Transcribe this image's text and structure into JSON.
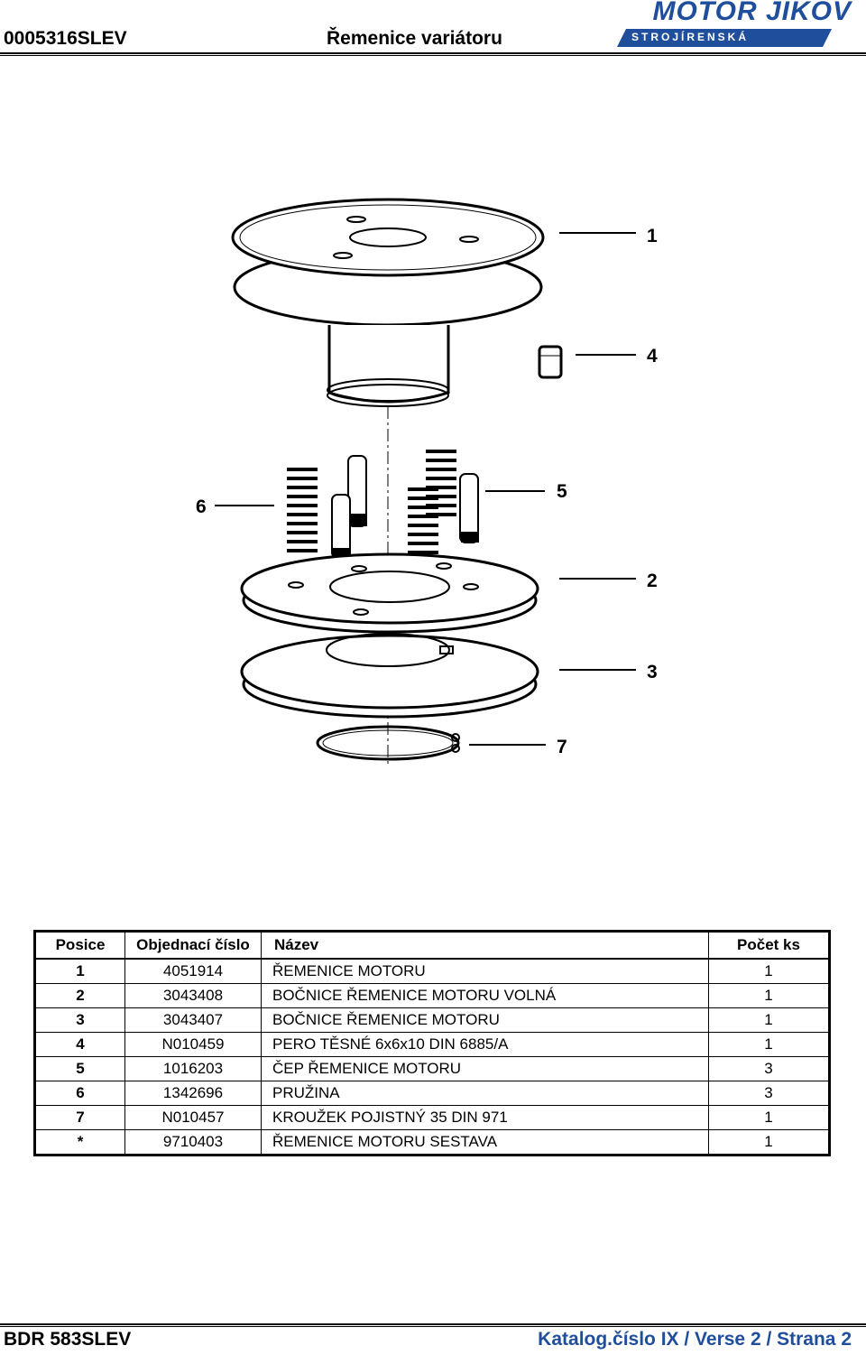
{
  "header": {
    "code": "0005316SLEV",
    "title": "Řemenice variátoru",
    "logo_word": "MOTOR JIKOV",
    "logo_sub": "STROJÍRENSKÁ"
  },
  "callouts": [
    "1",
    "4",
    "6",
    "5",
    "2",
    "3",
    "7"
  ],
  "table": {
    "headers": [
      "Posice",
      "Objednací číslo",
      "Název",
      "Počet ks"
    ],
    "rows": [
      [
        "1",
        "4051914",
        "ŘEMENICE MOTORU",
        "1"
      ],
      [
        "2",
        "3043408",
        "BOČNICE ŘEMENICE MOTORU VOLNÁ",
        "1"
      ],
      [
        "3",
        "3043407",
        "BOČNICE ŘEMENICE MOTORU",
        "1"
      ],
      [
        "4",
        "N010459",
        "PERO TĚSNÉ 6x6x10 DIN 6885/A",
        "1"
      ],
      [
        "5",
        "1016203",
        "ČEP ŘEMENICE MOTORU",
        "3"
      ],
      [
        "6",
        "1342696",
        "PRUŽINA",
        "3"
      ],
      [
        "7",
        "N010457",
        "KROUŽEK POJISTNÝ 35 DIN 971",
        "1"
      ],
      [
        "*",
        "9710403",
        "ŘEMENICE MOTORU SESTAVA",
        "1"
      ]
    ]
  },
  "footer": {
    "left": "BDR 583SLEV",
    "right": "Katalog.číslo IX / Verse 2 / Strana 2"
  },
  "colors": {
    "brand": "#1f4e9c"
  }
}
